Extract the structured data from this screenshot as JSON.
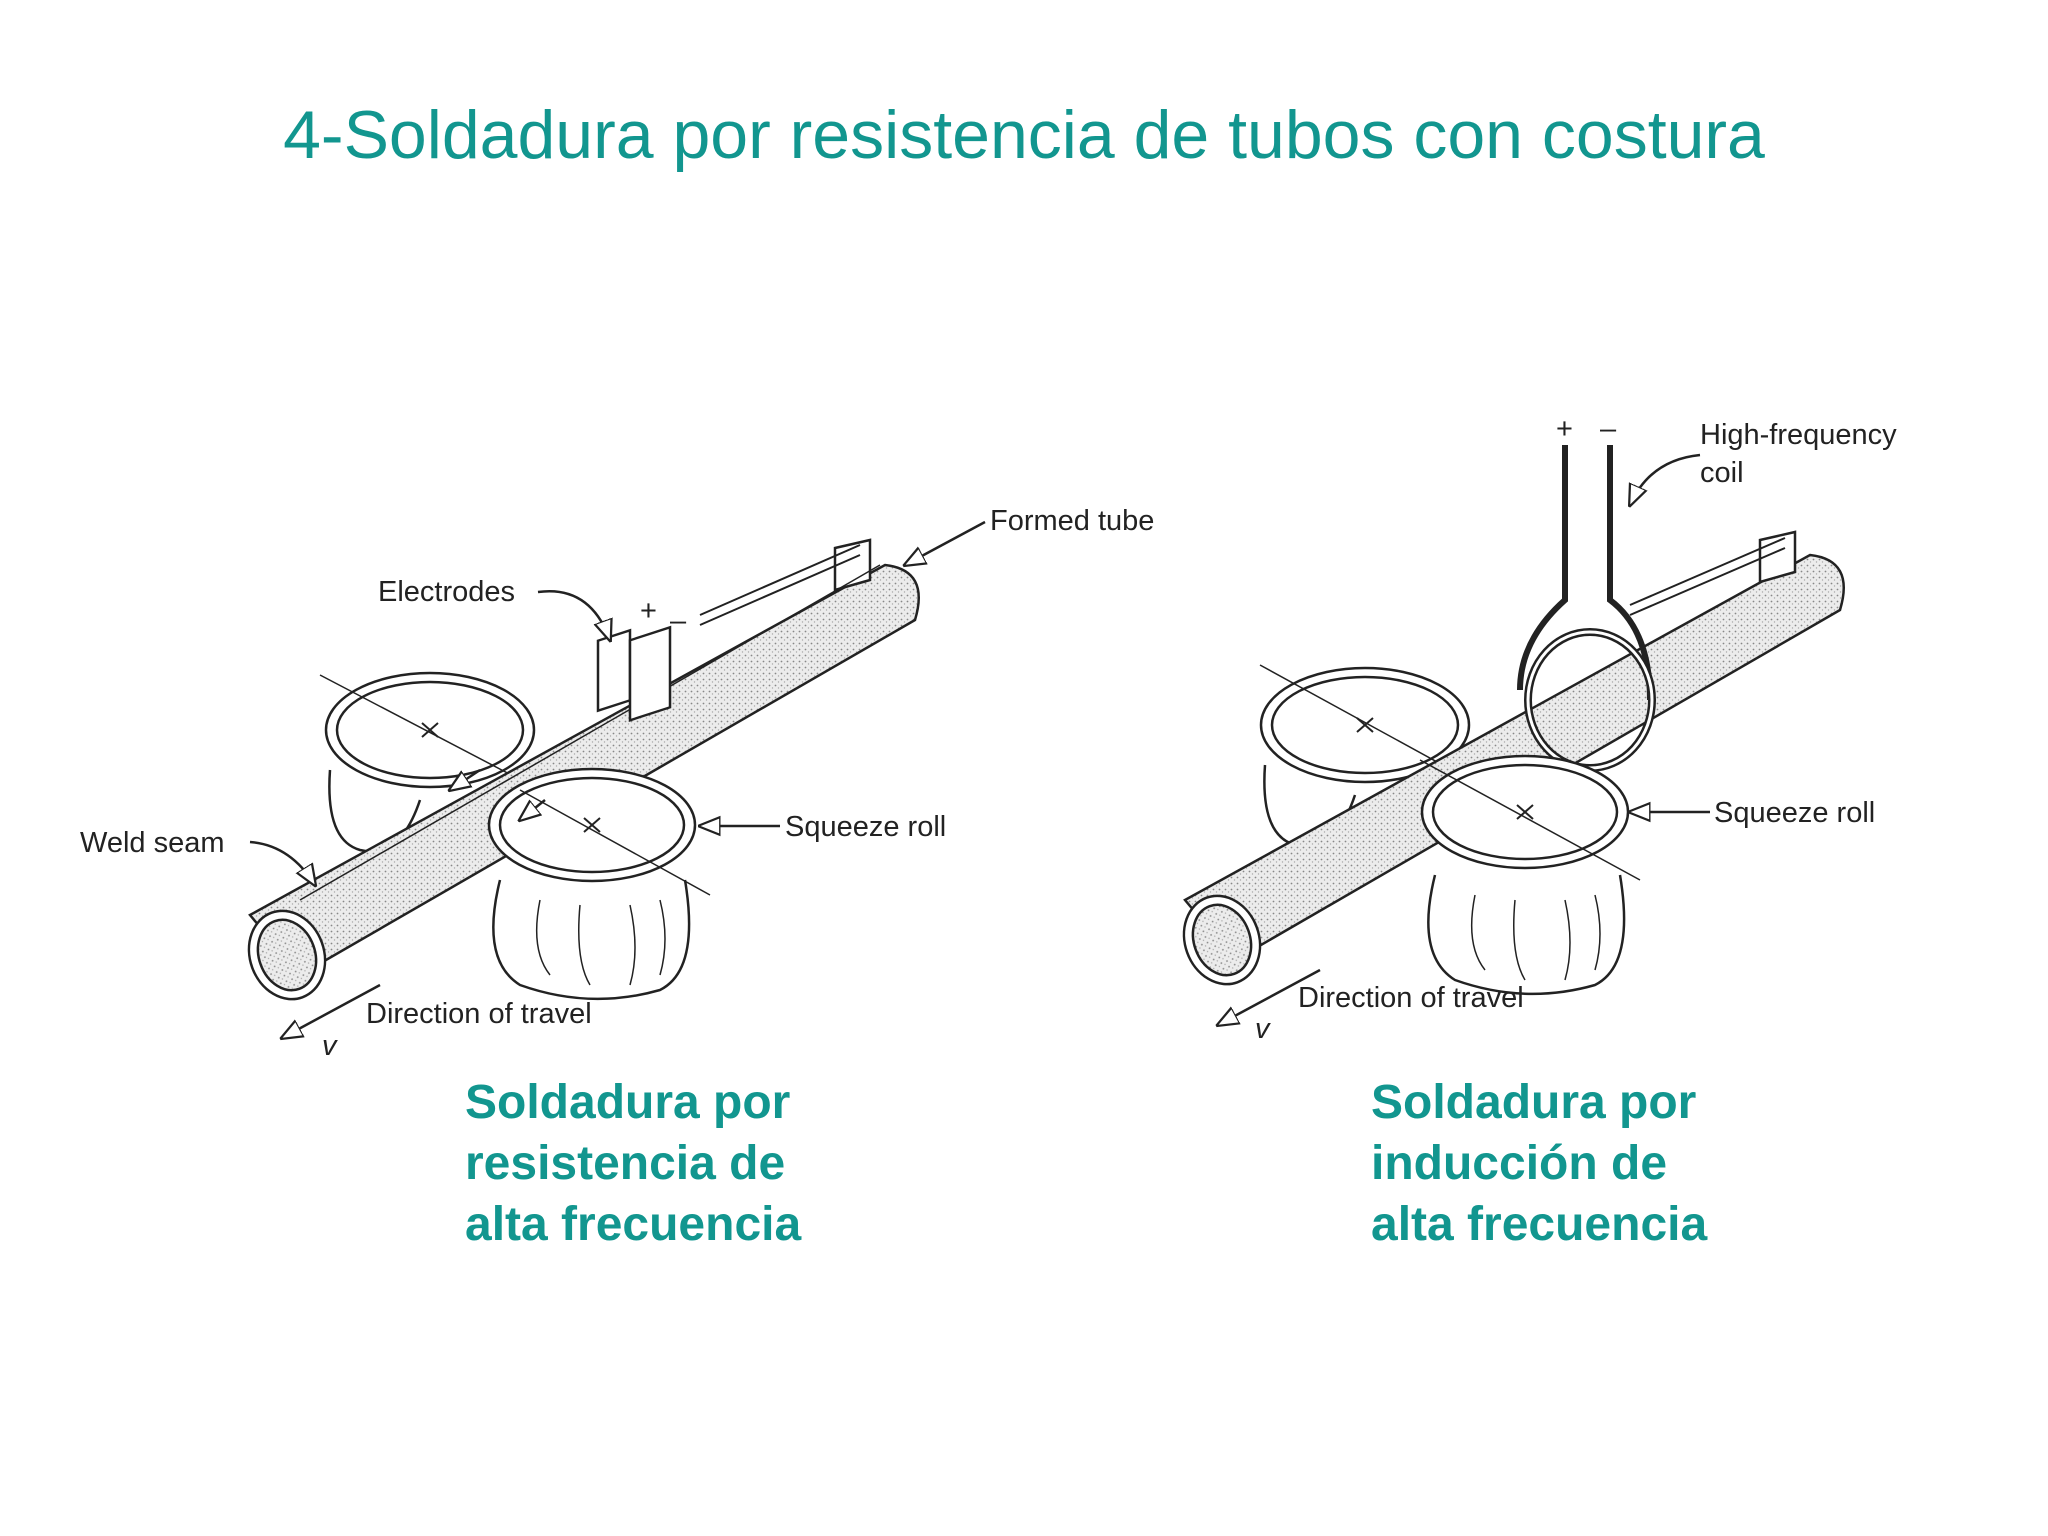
{
  "title": "4-Soldadura por resistencia de tubos con costura",
  "left_diagram": {
    "labels": {
      "electrodes": "Electrodes",
      "plus": "+",
      "minus": "–",
      "formed_tube": "Formed tube",
      "weld_seam": "Weld seam",
      "squeeze_roll": "Squeeze roll",
      "direction": "Direction of travel",
      "v": "v"
    },
    "caption": [
      "Soldadura por",
      "resistencia de",
      "alta frecuencia"
    ]
  },
  "right_diagram": {
    "labels": {
      "plus": "+",
      "minus": "–",
      "coil_line1": "High-frequency",
      "coil_line2": "coil",
      "squeeze_roll": "Squeeze roll",
      "direction": "Direction of travel",
      "v": "v"
    },
    "caption": [
      "Soldadura por",
      "inducción de",
      "alta frecuencia"
    ]
  },
  "colors": {
    "accent": "#12968f",
    "line": "#222222",
    "stipple": "#c9c9c9"
  }
}
